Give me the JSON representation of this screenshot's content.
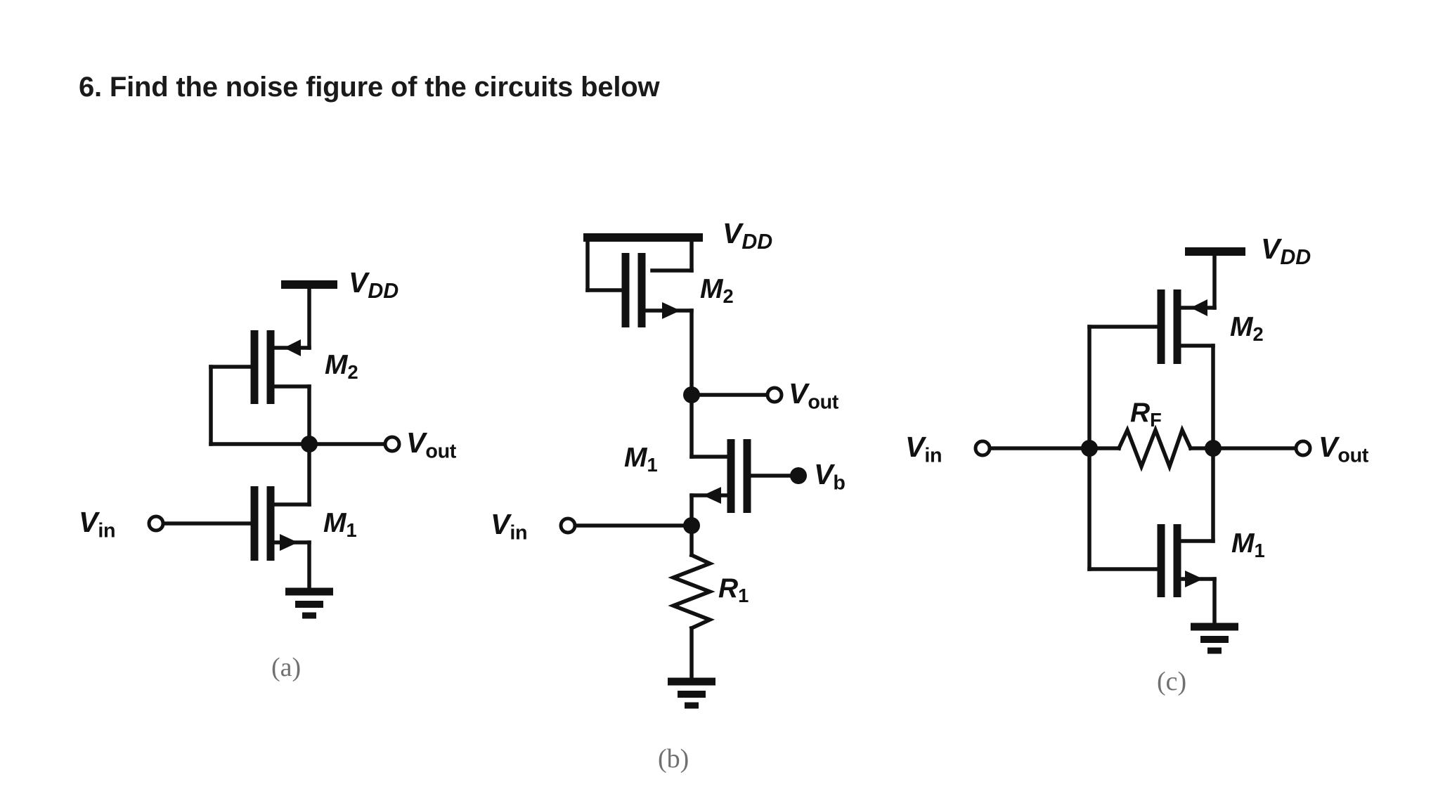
{
  "page": {
    "title": "6. Find the noise figure of the circuits below",
    "background_color": "#ffffff",
    "ink_color": "#111111",
    "subfigure_label_color": "#707070"
  },
  "circuits": [
    {
      "id": "circuit-a",
      "subfigure_label": "(a)",
      "description": "Common-source amplifier with diode-connected PMOS load",
      "labels": {
        "supply": "V",
        "supply_sub": "DD",
        "input": "V",
        "input_sub": "in",
        "output": "V",
        "output_sub": "out",
        "m_top": "M",
        "m_top_sub": "2",
        "m_bottom": "M",
        "m_bottom_sub": "1"
      },
      "devices": [
        {
          "name": "M2",
          "type": "PMOS",
          "role": "diode-connected load"
        },
        {
          "name": "M1",
          "type": "NMOS",
          "role": "common-source input device"
        }
      ],
      "terminals": [
        {
          "name": "Vin",
          "style": "open-circle"
        },
        {
          "name": "Vout",
          "style": "open-circle"
        }
      ],
      "has_ground": true
    },
    {
      "id": "circuit-b",
      "subfigure_label": "(b)",
      "description": "Common-gate amplifier with diode-connected NMOS load and source resistor",
      "labels": {
        "supply": "V",
        "supply_sub": "DD",
        "input": "V",
        "input_sub": "in",
        "output": "V",
        "output_sub": "out",
        "bias": "V",
        "bias_sub": "b",
        "m_top": "M",
        "m_top_sub": "2",
        "m_bottom": "M",
        "m_bottom_sub": "1",
        "resistor": "R",
        "resistor_sub": "1"
      },
      "devices": [
        {
          "name": "M2",
          "type": "NMOS",
          "role": "diode-connected load"
        },
        {
          "name": "M1",
          "type": "NMOS",
          "role": "common-gate input device"
        },
        {
          "name": "R1",
          "type": "resistor",
          "role": "source bias resistor"
        }
      ],
      "terminals": [
        {
          "name": "Vin",
          "style": "open-circle"
        },
        {
          "name": "Vout",
          "style": "open-circle"
        },
        {
          "name": "Vb",
          "style": "filled-dot"
        }
      ],
      "has_ground": true
    },
    {
      "id": "circuit-c",
      "subfigure_label": "(c)",
      "description": "CMOS inverter amplifier with resistive shunt feedback",
      "labels": {
        "supply": "V",
        "supply_sub": "DD",
        "input": "V",
        "input_sub": "in",
        "output": "V",
        "output_sub": "out",
        "m_top": "M",
        "m_top_sub": "2",
        "m_bottom": "M",
        "m_bottom_sub": "1",
        "resistor": "R",
        "resistor_sub": "F"
      },
      "devices": [
        {
          "name": "M2",
          "type": "PMOS",
          "role": "inverter pull-up"
        },
        {
          "name": "M1",
          "type": "NMOS",
          "role": "inverter pull-down"
        },
        {
          "name": "RF",
          "type": "resistor",
          "role": "shunt feedback resistor"
        }
      ],
      "terminals": [
        {
          "name": "Vin",
          "style": "open-circle"
        },
        {
          "name": "Vout",
          "style": "open-circle"
        }
      ],
      "has_ground": true
    }
  ]
}
